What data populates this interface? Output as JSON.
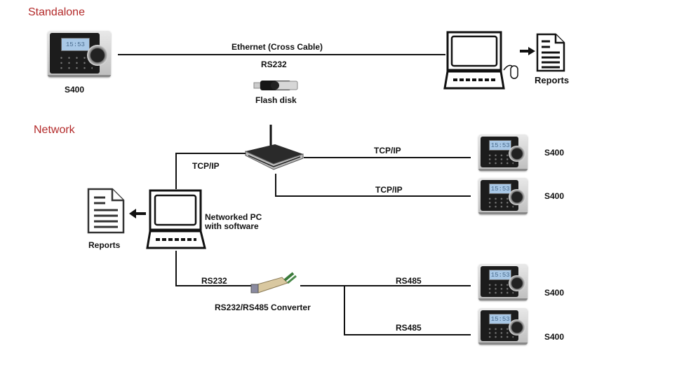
{
  "sections": {
    "standalone": "Standalone",
    "network": "Network"
  },
  "standalone": {
    "device_label": "S400",
    "device_screen_time": "15:53",
    "link_ethernet": "Ethernet (Cross Cable)",
    "link_rs232": "RS232",
    "flash_disk_label": "Flash disk",
    "reports_label": "Reports"
  },
  "network": {
    "router_link_label": "TCP/IP",
    "pc_label_line1": "Networked PC",
    "pc_label_line2": "with software",
    "reports_label": "Reports",
    "rs232_label": "RS232",
    "converter_label": "RS232/RS485 Converter",
    "devices": [
      {
        "link": "TCP/IP",
        "label": "S400",
        "screen_time": "15:53"
      },
      {
        "link": "TCP/IP",
        "label": "S400",
        "screen_time": "15:53"
      },
      {
        "link": "RS485",
        "label": "S400",
        "screen_time": "15:53"
      },
      {
        "link": "RS485",
        "label": "S400",
        "screen_time": "15:53"
      }
    ]
  },
  "colors": {
    "section_title": "#b32a2a",
    "line": "#111111",
    "device_screen": "#a9c8e6"
  }
}
